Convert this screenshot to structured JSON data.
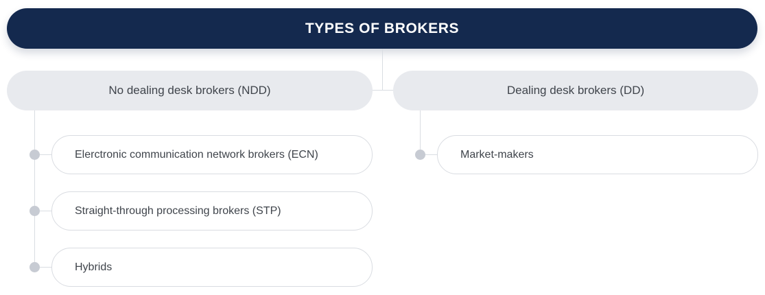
{
  "diagram": {
    "title": "TYPES OF BROKERS",
    "branches": [
      {
        "label": "No dealing desk brokers (NDD)",
        "children": [
          "Elerctronic communication network brokers (ECN)",
          "Straight-through processing brokers (STP)",
          "Hybrids"
        ]
      },
      {
        "label": "Dealing desk brokers (DD)",
        "children": [
          "Market-makers"
        ]
      }
    ],
    "colors": {
      "header_bg": "#14294e",
      "header_text": "#ffffff",
      "branch_bg": "#e8eaee",
      "leaf_bg": "#ffffff",
      "leaf_border": "#d9dce1",
      "connector": "#d9dde2",
      "dot": "#c7cbd3",
      "node_text": "#3f444b"
    }
  }
}
